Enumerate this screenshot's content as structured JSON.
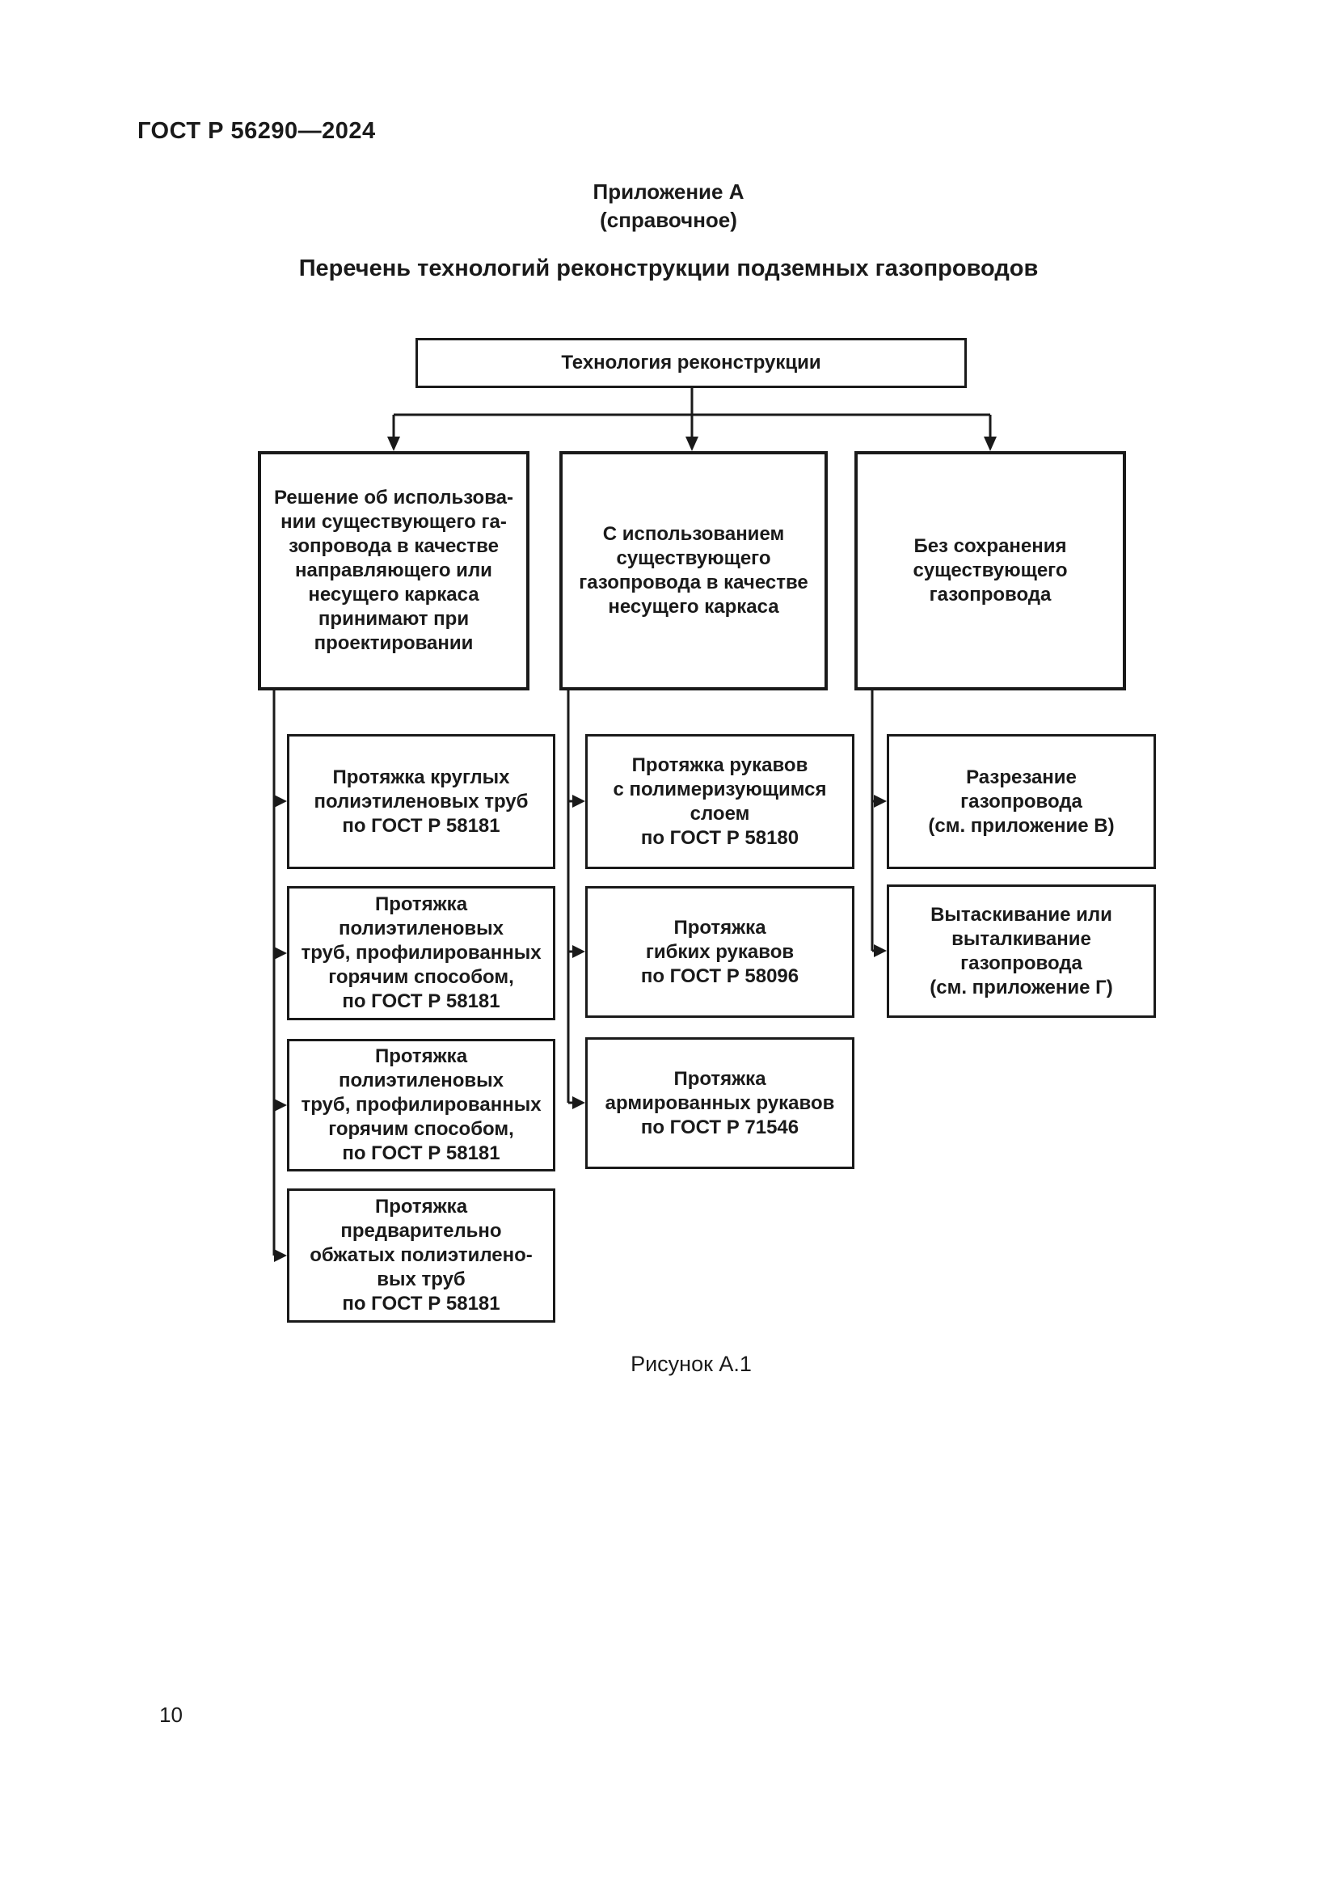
{
  "page": {
    "standard_ref": "ГОСТ Р 56290—2024",
    "page_number": "10"
  },
  "appendix": {
    "heading": "Приложение А\n(справочное)",
    "title": "Перечень технологий реконструкции подземных газопроводов"
  },
  "diagram": {
    "root": {
      "label": "Технология реконструкции"
    },
    "branches": [
      {
        "label": "Решение об использова-\nнии существующего га-\nзопровода в качестве\nнаправляющего или\nнесущего каркаса\nпринимают при\nпроектировании",
        "children": [
          {
            "label": "Протяжка круглых\nполиэтиленовых труб\nпо ГОСТ Р 58181"
          },
          {
            "label": "Протяжка\nполиэтиленовых\nтруб, профилированных\nгорячим способом,\nпо ГОСТ Р 58181"
          },
          {
            "label": "Протяжка\nполиэтиленовых\nтруб, профилированных\nгорячим способом,\nпо ГОСТ Р 58181"
          },
          {
            "label": "Протяжка\nпредварительно\nобжатых полиэтилено-\nвых труб\nпо ГОСТ Р 58181"
          }
        ]
      },
      {
        "label": "С использованием\nсуществующего\nгазопровода в качестве\nнесущего каркаса",
        "children": [
          {
            "label": "Протяжка рукавов\nс полимеризующимся\nслоем\nпо ГОСТ Р 58180"
          },
          {
            "label": "Протяжка\nгибких рукавов\nпо ГОСТ Р 58096"
          },
          {
            "label": "Протяжка\nармированных рукавов\nпо ГОСТ Р 71546"
          }
        ]
      },
      {
        "label": "Без сохранения\nсуществующего\nгазопровода",
        "children": [
          {
            "label": "Разрезание\nгазопровода\n(см. приложение В)"
          },
          {
            "label": "Вытаскивание или\nвыталкивание\nгазопровода\n(см. приложение Г)"
          }
        ]
      }
    ]
  },
  "caption": "Рисунок А.1",
  "colors": {
    "ink": "#1a1a1a",
    "paper": "#ffffff"
  }
}
